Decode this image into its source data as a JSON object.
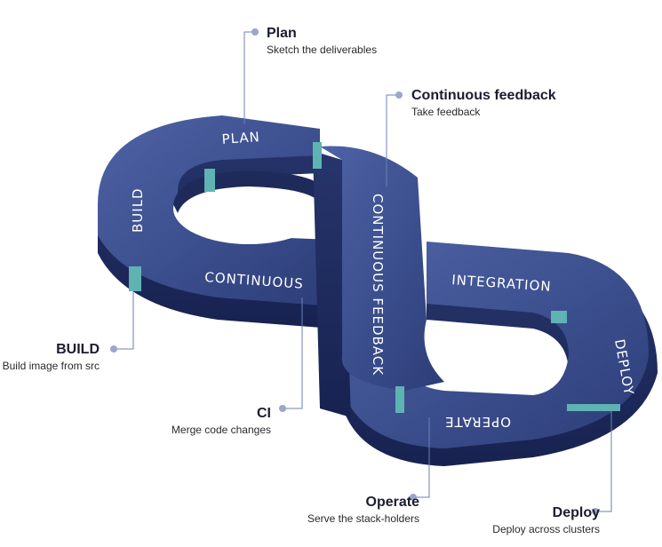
{
  "segments": {
    "plan": "PLAN",
    "build": "BUILD",
    "continuous": "CONTINUOUS",
    "continuous_feedback": "CONTINUOUS FEEDBACK",
    "integration": "INTEGRATION",
    "deploy": "DEPLOY",
    "operate": "OPERATE"
  },
  "callouts": {
    "plan": {
      "title": "Plan",
      "subtitle": "Sketch the deliverables"
    },
    "feedback": {
      "title": "Continuous feedback",
      "subtitle": "Take feedback"
    },
    "build": {
      "title": "BUILD",
      "subtitle": "Build image from src"
    },
    "ci": {
      "title": "CI",
      "subtitle": "Merge code changes"
    },
    "operate": {
      "title": "Operate",
      "subtitle": "Serve the stack-holders"
    },
    "deploy": {
      "title": "Deploy",
      "subtitle": "Deploy across clusters"
    }
  },
  "colors": {
    "band_top": "#3f5494",
    "band_side": "#1f2d5c",
    "divider": "#5fb3b3",
    "leader": "#6b7fb5"
  }
}
